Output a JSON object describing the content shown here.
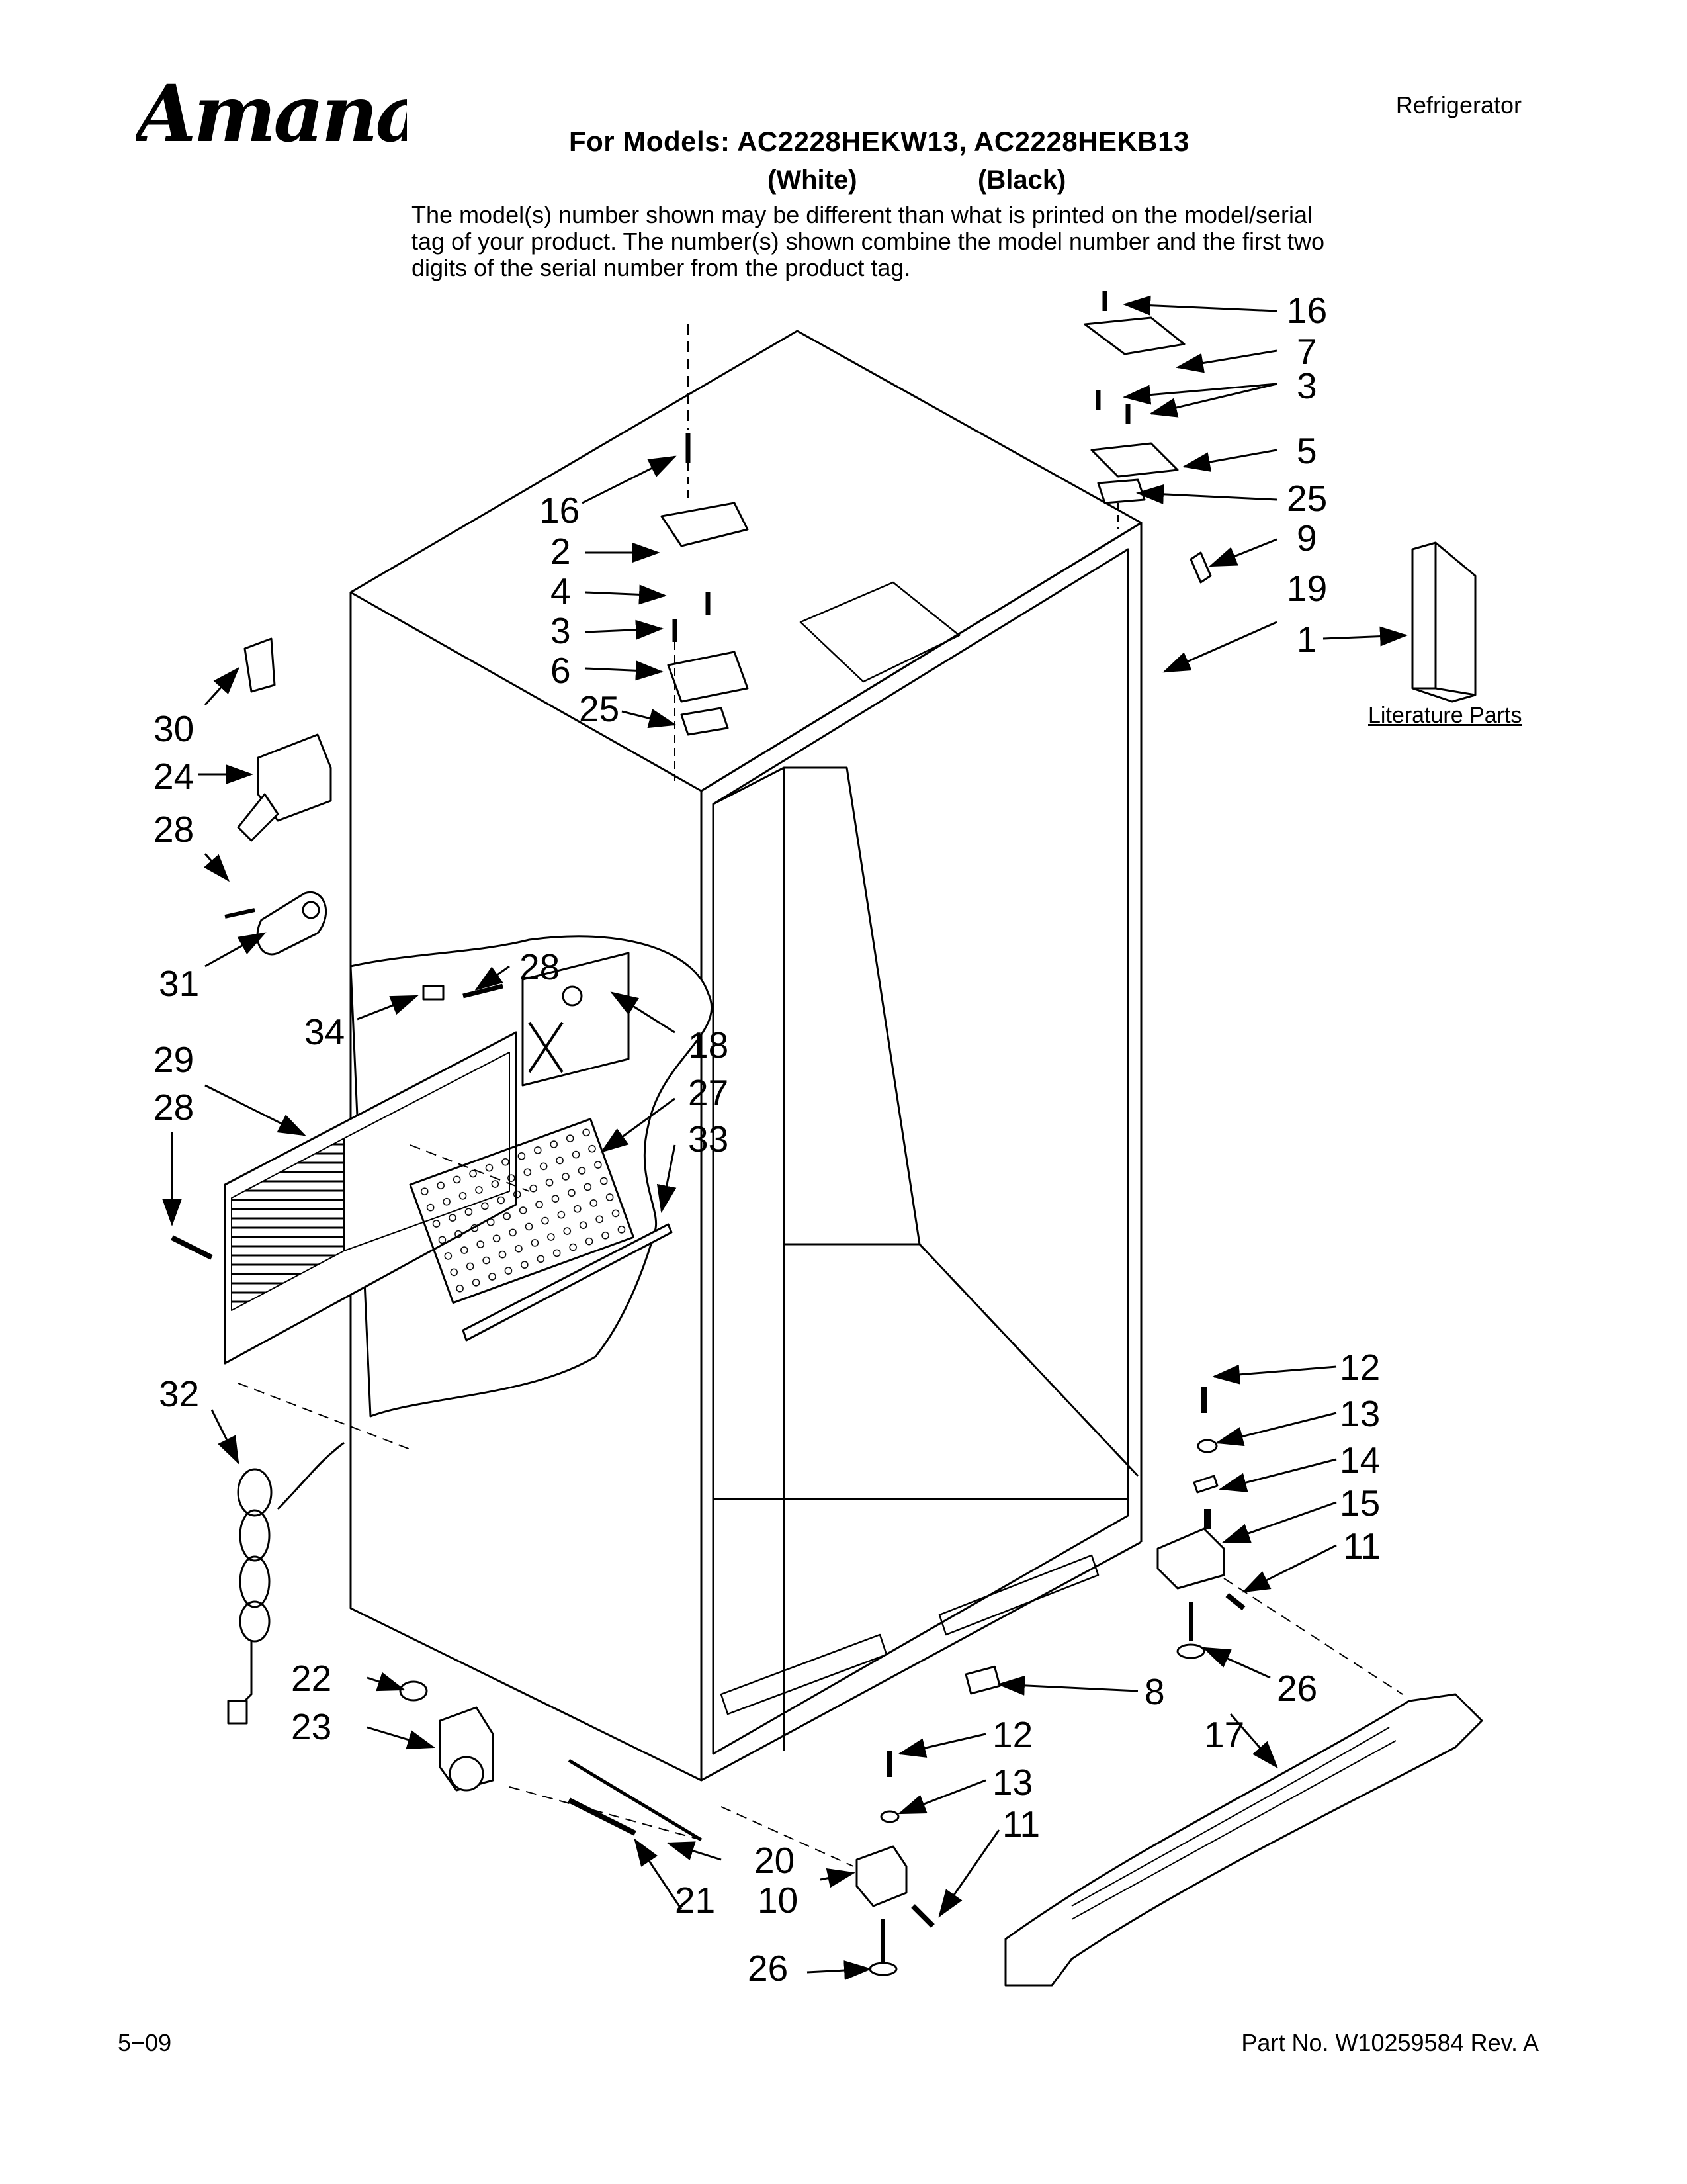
{
  "header": {
    "brand": "Amana",
    "category": "Refrigerator",
    "models_line": "For Models: AC2228HEKW13, AC2228HEKB13",
    "color_white": "(White)",
    "color_black": "(Black)",
    "disclaimer": "The model(s) number shown may be different than what is printed on the model/serial tag of your product. The number(s) shown combine the model number and the first two digits of the serial number from the product tag."
  },
  "literature": {
    "label": "Literature Parts"
  },
  "callouts": {
    "c16a": "16",
    "c7": "7",
    "c3a": "3",
    "c5": "5",
    "c25a": "25",
    "c9": "9",
    "c19": "19",
    "c1": "1",
    "c16b": "16",
    "c2": "2",
    "c4": "4",
    "c3b": "3",
    "c6": "6",
    "c25b": "25",
    "c30": "30",
    "c24": "24",
    "c28a": "28",
    "c31": "31",
    "c28b": "28",
    "c34": "34",
    "c18": "18",
    "c29": "29",
    "c28c": "28",
    "c27": "27",
    "c33": "33",
    "c32": "32",
    "c12a": "12",
    "c13a": "13",
    "c14": "14",
    "c15": "15",
    "c11a": "11",
    "c26a": "26",
    "c8": "8",
    "c17": "17",
    "c22": "22",
    "c23": "23",
    "c12b": "12",
    "c13b": "13",
    "c11b": "11",
    "c20": "20",
    "c10": "10",
    "c21": "21",
    "c26b": "26"
  },
  "footer": {
    "date": "5−09",
    "part_no": "Part No. W10259584 Rev. A"
  }
}
